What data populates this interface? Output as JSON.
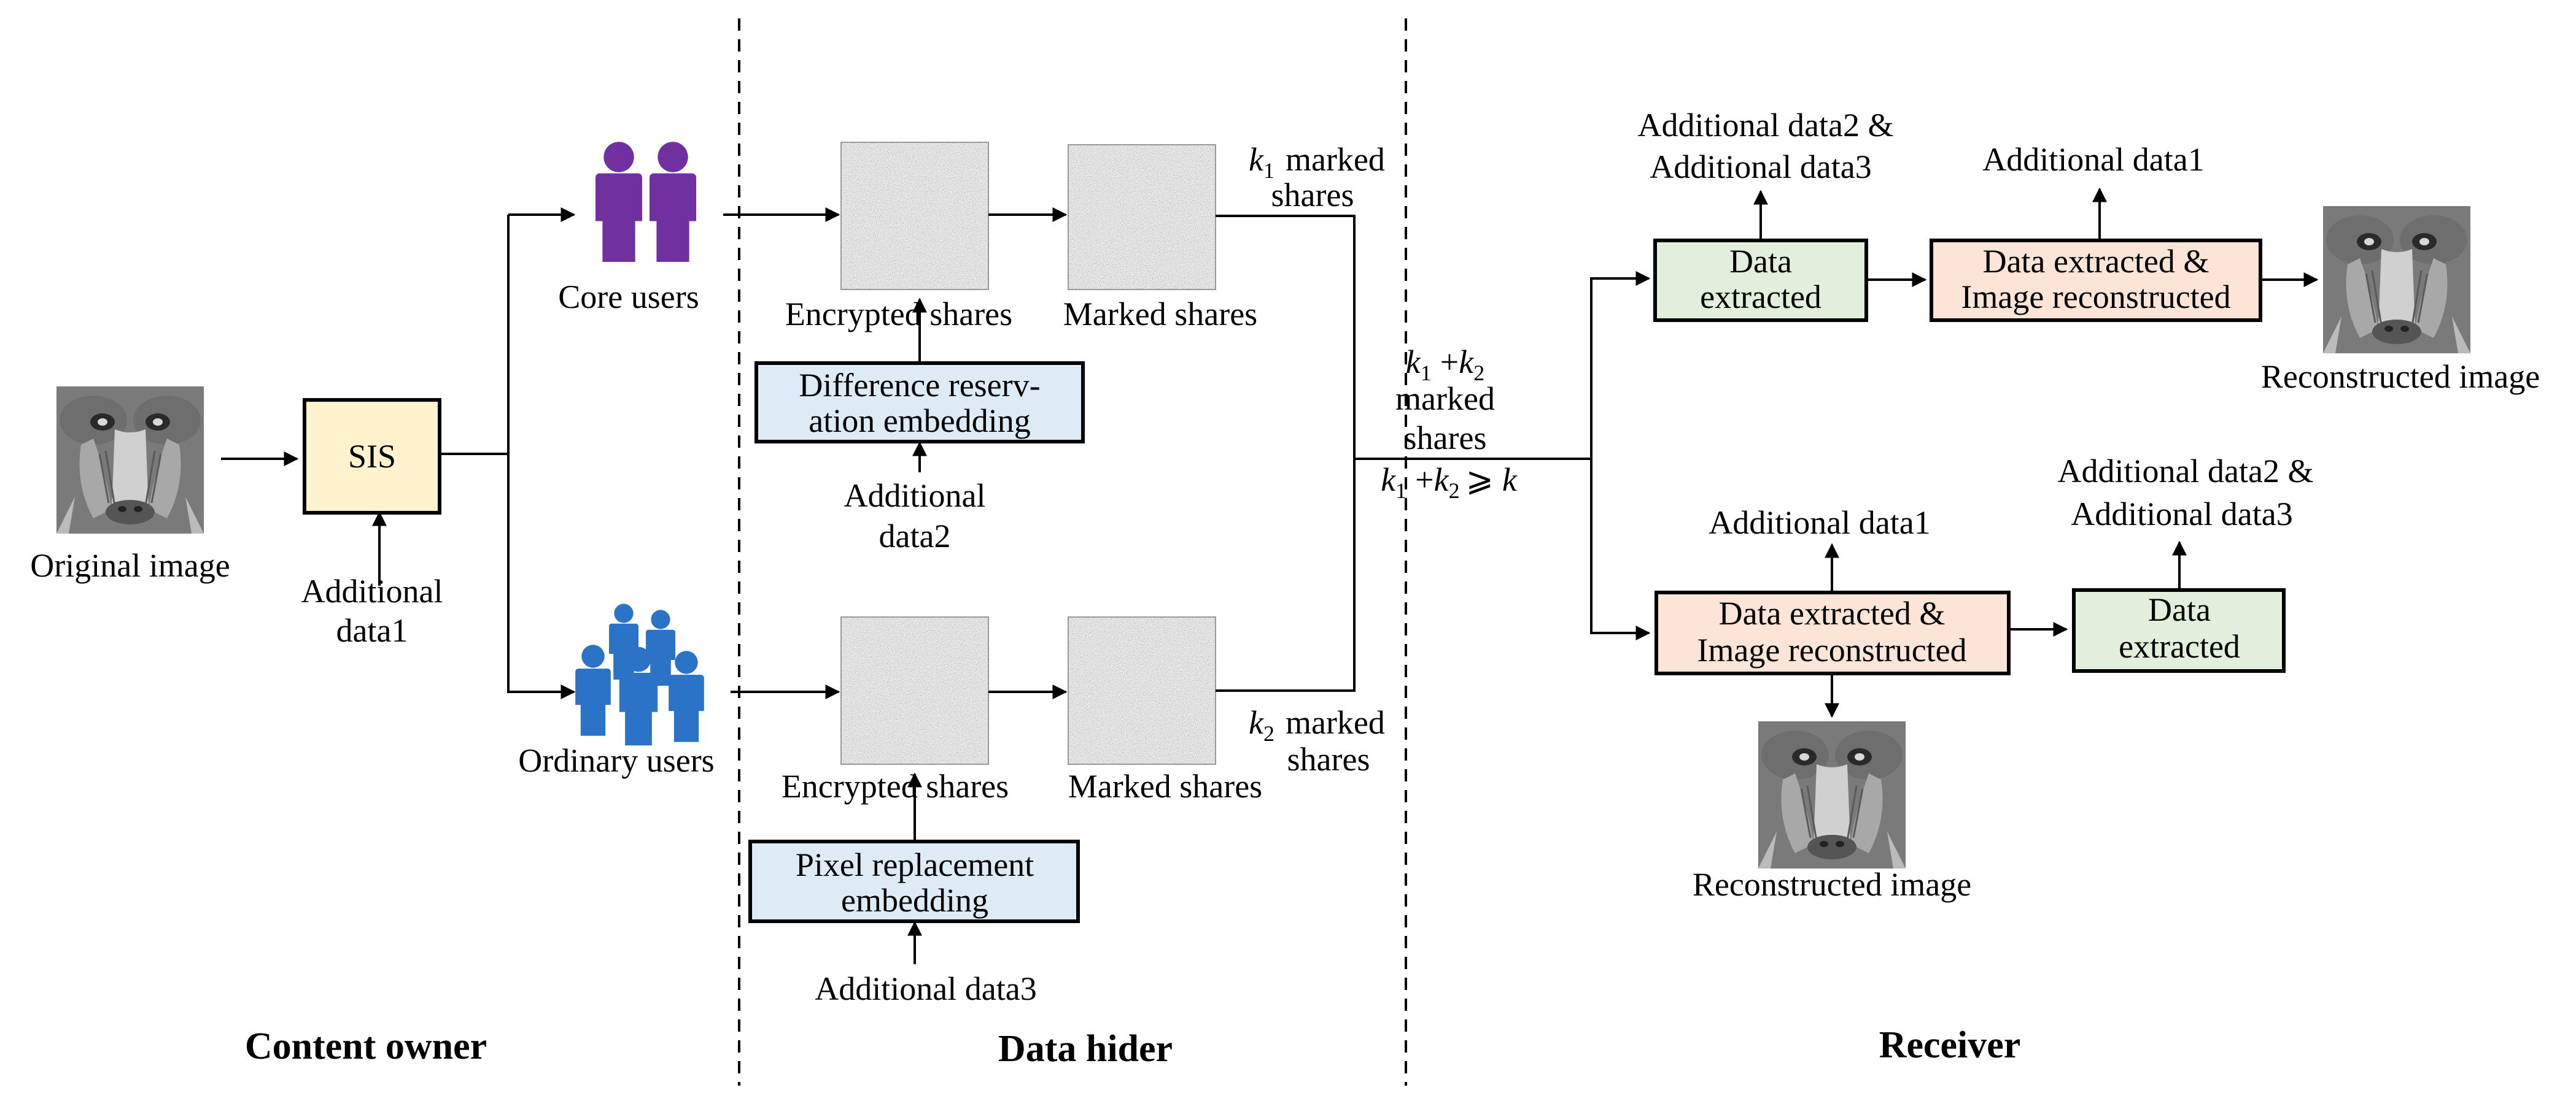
{
  "sections": {
    "content_owner": "Content owner",
    "data_hider": "Data hider",
    "receiver": "Receiver"
  },
  "content_owner": {
    "original_image_label": "Original image",
    "sis_box": "SIS",
    "additional_data1_line1": "Additional",
    "additional_data1_line2": "data1",
    "core_users_label": "Core users",
    "ordinary_users_label": "Ordinary users"
  },
  "data_hider": {
    "encrypted_shares_top": "Encrypted shares",
    "marked_shares_top": "Marked shares",
    "encrypted_shares_bottom": "Encrypted shares",
    "marked_shares_bottom": "Marked shares",
    "difference_box_line1": "Difference reserv-",
    "difference_box_line2": "ation embedding",
    "additional_data2_line1": "Additional",
    "additional_data2_line2": "data2",
    "pixel_box_line1": "Pixel  replacement",
    "pixel_box_line2": "embedding",
    "additional_data3": "Additional data3"
  },
  "junction": {
    "k1_marked_shares": "marked",
    "k1_shares": "shares",
    "k2_marked_shares": "marked",
    "k2_shares": "shares",
    "k1": "k",
    "k2": "k",
    "sub1": "1",
    "sub2": "2",
    "plus": "+",
    "geq": "⩾",
    "k": "k",
    "sum_marked": "marked",
    "sum_shares": "shares"
  },
  "receiver": {
    "top_data_extracted_line1": "Data",
    "top_data_extracted_line2": "extracted",
    "top_additional_line1": "Additional data2 &",
    "top_additional_line2": "Additional data3",
    "top_reconstruct_line1": "Data extracted &",
    "top_reconstruct_line2": "Image reconstructed",
    "top_additional_data1": "Additional data1",
    "top_reconstructed_image": "Reconstructed image",
    "bottom_reconstruct_line1": "Data extracted &",
    "bottom_reconstruct_line2": "Image reconstructed",
    "bottom_additional_data1": "Additional data1",
    "bottom_data_extracted_line1": "Data",
    "bottom_data_extracted_line2": "extracted",
    "bottom_additional_line1": "Additional data2 &",
    "bottom_additional_line2": "Additional data3",
    "bottom_reconstructed_image": "Reconstructed image"
  },
  "colors": {
    "sis_fill": "#fff2cc",
    "embed_fill": "#ddebf7",
    "extract_fill": "#e2efda",
    "reconstruct_fill": "#fce4d6",
    "core_users": "#7030a0",
    "ordinary_users": "#2a73c6"
  },
  "icons": [
    "baboon-image",
    "core-users-icon",
    "ordinary-users-icon",
    "noise-share-image"
  ]
}
